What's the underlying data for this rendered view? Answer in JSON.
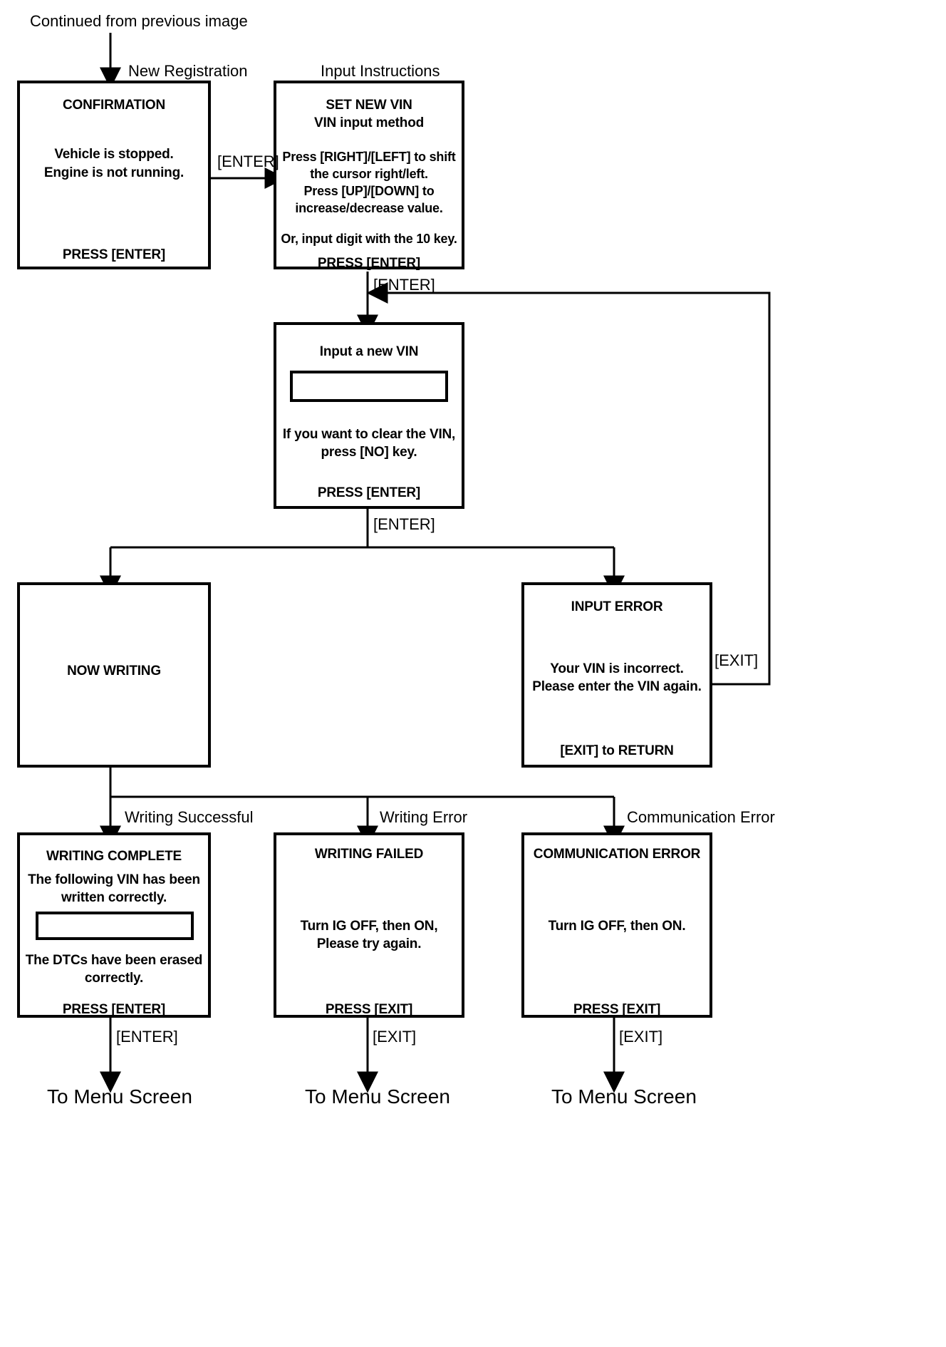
{
  "diagram": {
    "title_note": "Continued from previous image",
    "terminals": [
      {
        "id": "menu-1",
        "label": "To Menu Screen"
      },
      {
        "id": "menu-2",
        "label": "To Menu Screen"
      },
      {
        "id": "menu-3",
        "label": "To Menu Screen"
      }
    ],
    "node_labels": {
      "new_registration": "New Registration",
      "input_instructions": "Input Instructions",
      "input_error": "Input Error"
    },
    "edge_labels": {
      "enter_1": "[ENTER]",
      "enter_2": "[ENTER]",
      "enter_3": "[ENTER]",
      "exit_loop": "[EXIT]",
      "writing_successful": "Writing Successful",
      "writing_error": "Writing Error",
      "communication_error": "Communication Error",
      "enter_menu": "[ENTER]",
      "exit_menu_1": "[EXIT]",
      "exit_menu_2": "[EXIT]"
    },
    "screens": {
      "confirmation": {
        "title": "CONFIRMATION",
        "line1": "Vehicle is stopped.",
        "line2": "Engine is not running.",
        "footer": "PRESS [ENTER]"
      },
      "set_new_vin": {
        "title": "SET NEW VIN",
        "subtitle": "VIN input method",
        "line1": "Press [RIGHT]/[LEFT] to shift",
        "line2": "the cursor right/left.",
        "line3": "Press [UP]/[DOWN] to",
        "line4": "increase/decrease value.",
        "line5": "Or, input digit with the 10 key.",
        "footer": "PRESS [ENTER]"
      },
      "input_new_vin": {
        "title": "Input a new VIN",
        "field_value": "",
        "line1": "If you want to clear the VIN,",
        "line2": "press [NO] key.",
        "footer": "PRESS [ENTER]"
      },
      "now_writing": {
        "title": "NOW WRITING"
      },
      "input_error": {
        "title": "INPUT ERROR",
        "line1": "Your VIN is incorrect.",
        "line2": "Please enter the VIN again.",
        "footer": "[EXIT] to RETURN"
      },
      "writing_complete": {
        "title": "WRITING COMPLETE",
        "line1": "The following VIN has been",
        "line2": "written correctly.",
        "field_value": "",
        "line3": "The DTCs have been erased",
        "line4": "correctly.",
        "footer": "PRESS [ENTER]"
      },
      "writing_failed": {
        "title": "WRITING FAILED",
        "line1": "Turn IG OFF, then ON,",
        "line2": "Please try again.",
        "footer": "PRESS [EXIT]"
      },
      "communication_error": {
        "title": "COMMUNICATION ERROR",
        "line1": "Turn IG OFF, then ON.",
        "footer": "PRESS [EXIT]"
      }
    },
    "colors": {
      "stroke": "#000000",
      "background": "#ffffff"
    }
  }
}
